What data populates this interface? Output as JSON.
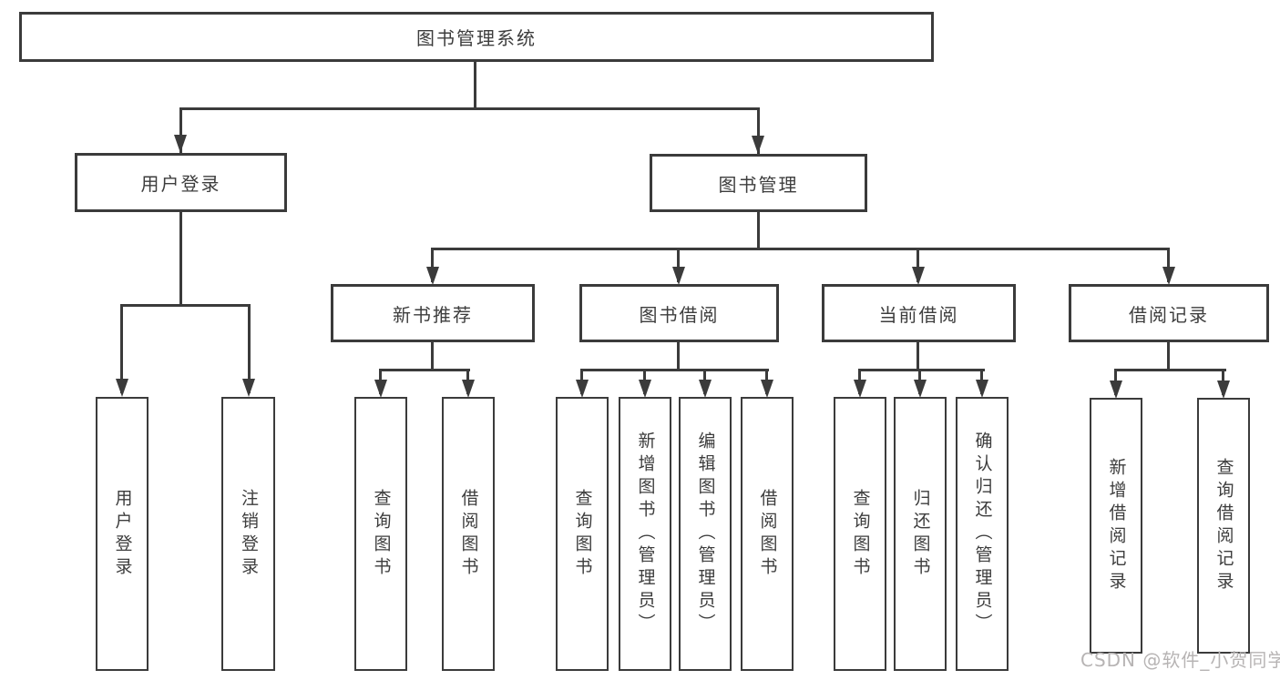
{
  "diagram_title": "图书管理系统",
  "tree": {
    "root": {
      "label": "图书管理系统",
      "children": [
        {
          "label": "用户登录",
          "children": [
            {
              "label": "用户登录"
            },
            {
              "label": "注销登录"
            }
          ]
        },
        {
          "label": "图书管理",
          "children": [
            {
              "label": "新书推荐",
              "children": [
                {
                  "label": "查询图书"
                },
                {
                  "label": "借阅图书"
                }
              ]
            },
            {
              "label": "图书借阅",
              "children": [
                {
                  "label": "查询图书"
                },
                {
                  "label": "新增图书（管理员）"
                },
                {
                  "label": "编辑图书（管理员）"
                },
                {
                  "label": "借阅图书"
                }
              ]
            },
            {
              "label": "当前借阅",
              "children": [
                {
                  "label": "查询图书"
                },
                {
                  "label": "归还图书"
                },
                {
                  "label": "确认归还（管理员）"
                }
              ]
            },
            {
              "label": "借阅记录",
              "children": [
                {
                  "label": "新增借阅记录"
                },
                {
                  "label": "查询借阅记录"
                }
              ]
            }
          ]
        }
      ]
    }
  },
  "watermark": {
    "text": "CSDN @软件_小贺同学"
  },
  "colors": {
    "line": "#3b3b3b",
    "text": "#3d3d3d",
    "box_fill": "#ffffff",
    "watermark": "#b7b4b4",
    "background": "#ffffff"
  }
}
